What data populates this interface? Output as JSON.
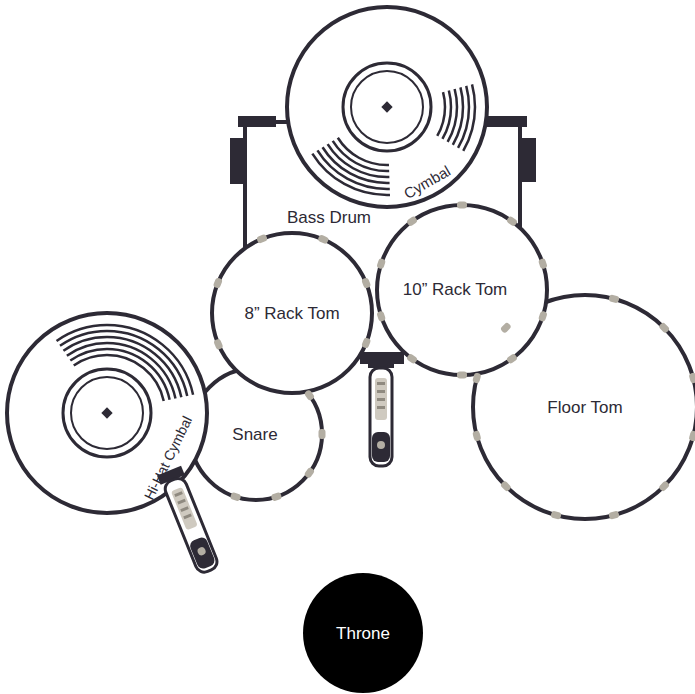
{
  "diagram": {
    "nodes": [
      {
        "text": [
          "Cymbal"
        ]
      },
      {
        "text": [
          "Bass Drum"
        ]
      },
      {
        "text": [
          "8” Rack Tom"
        ]
      },
      {
        "text": [
          "10” Rack Tom"
        ]
      },
      {
        "text": [
          "Hi-Hat Cymbal"
        ]
      },
      {
        "text": [
          "Snare"
        ]
      },
      {
        "text": [
          "Floor Tom"
        ]
      },
      {
        "text": [
          "Throne"
        ]
      }
    ]
  }
}
